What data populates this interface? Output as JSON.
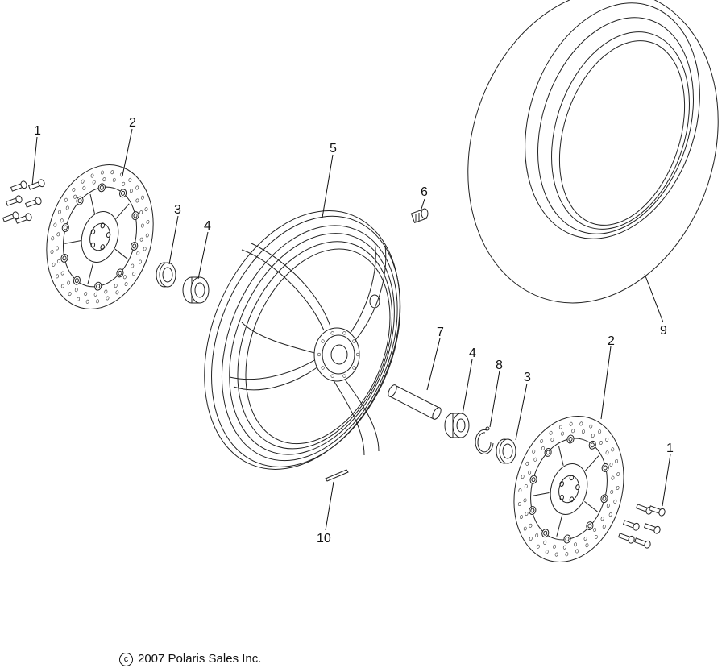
{
  "callouts": {
    "c1_left": "1",
    "c2_left": "2",
    "c3_left": "3",
    "c4_left": "4",
    "c5": "5",
    "c6": "6",
    "c7": "7",
    "c4_right": "4",
    "c8": "8",
    "c3_right": "3",
    "c2_right": "2",
    "c9": "9",
    "c1_right": "1",
    "c10": "10"
  },
  "copyright": {
    "symbol": "c",
    "text": "2007 Polaris Sales Inc."
  }
}
